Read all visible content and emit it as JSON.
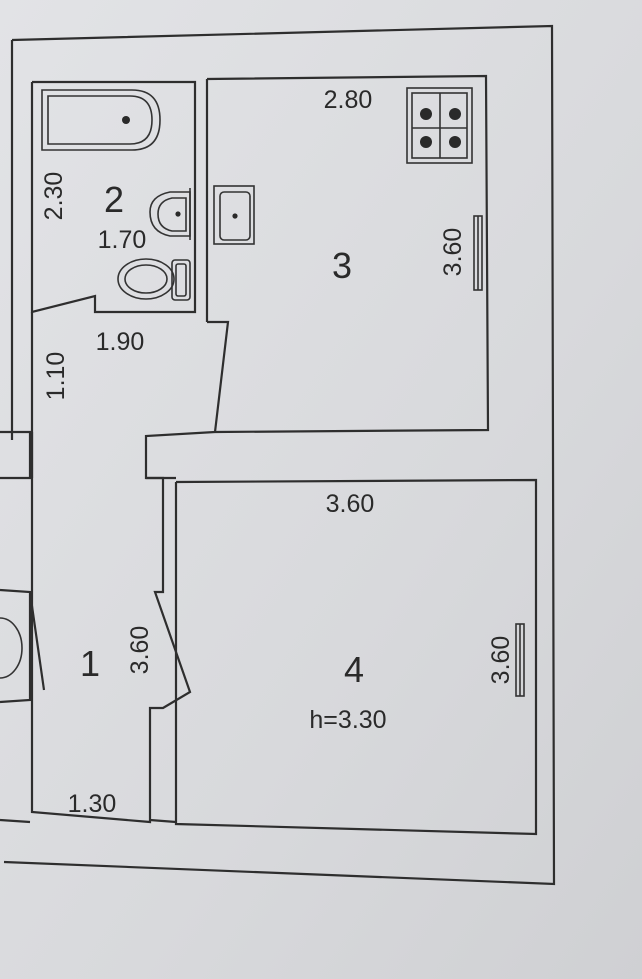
{
  "rooms": {
    "room1": {
      "number": "1",
      "dim_width": "1.30",
      "dim_length": "3.60",
      "dim_corridor": "1.10"
    },
    "room2": {
      "number": "2",
      "dim_length": "2.30",
      "dim_width": "1.70",
      "dim_door": "1.90"
    },
    "room3": {
      "number": "3",
      "dim_width": "2.80",
      "dim_length": "3.60"
    },
    "room4": {
      "number": "4",
      "dim_width": "3.60",
      "dim_length": "3.60",
      "height": "h=3.30"
    }
  },
  "icons": [
    "bathtub-icon",
    "washbasin-icon",
    "toilet-icon",
    "kitchen-sink-icon",
    "stove-icon",
    "window-icon"
  ]
}
